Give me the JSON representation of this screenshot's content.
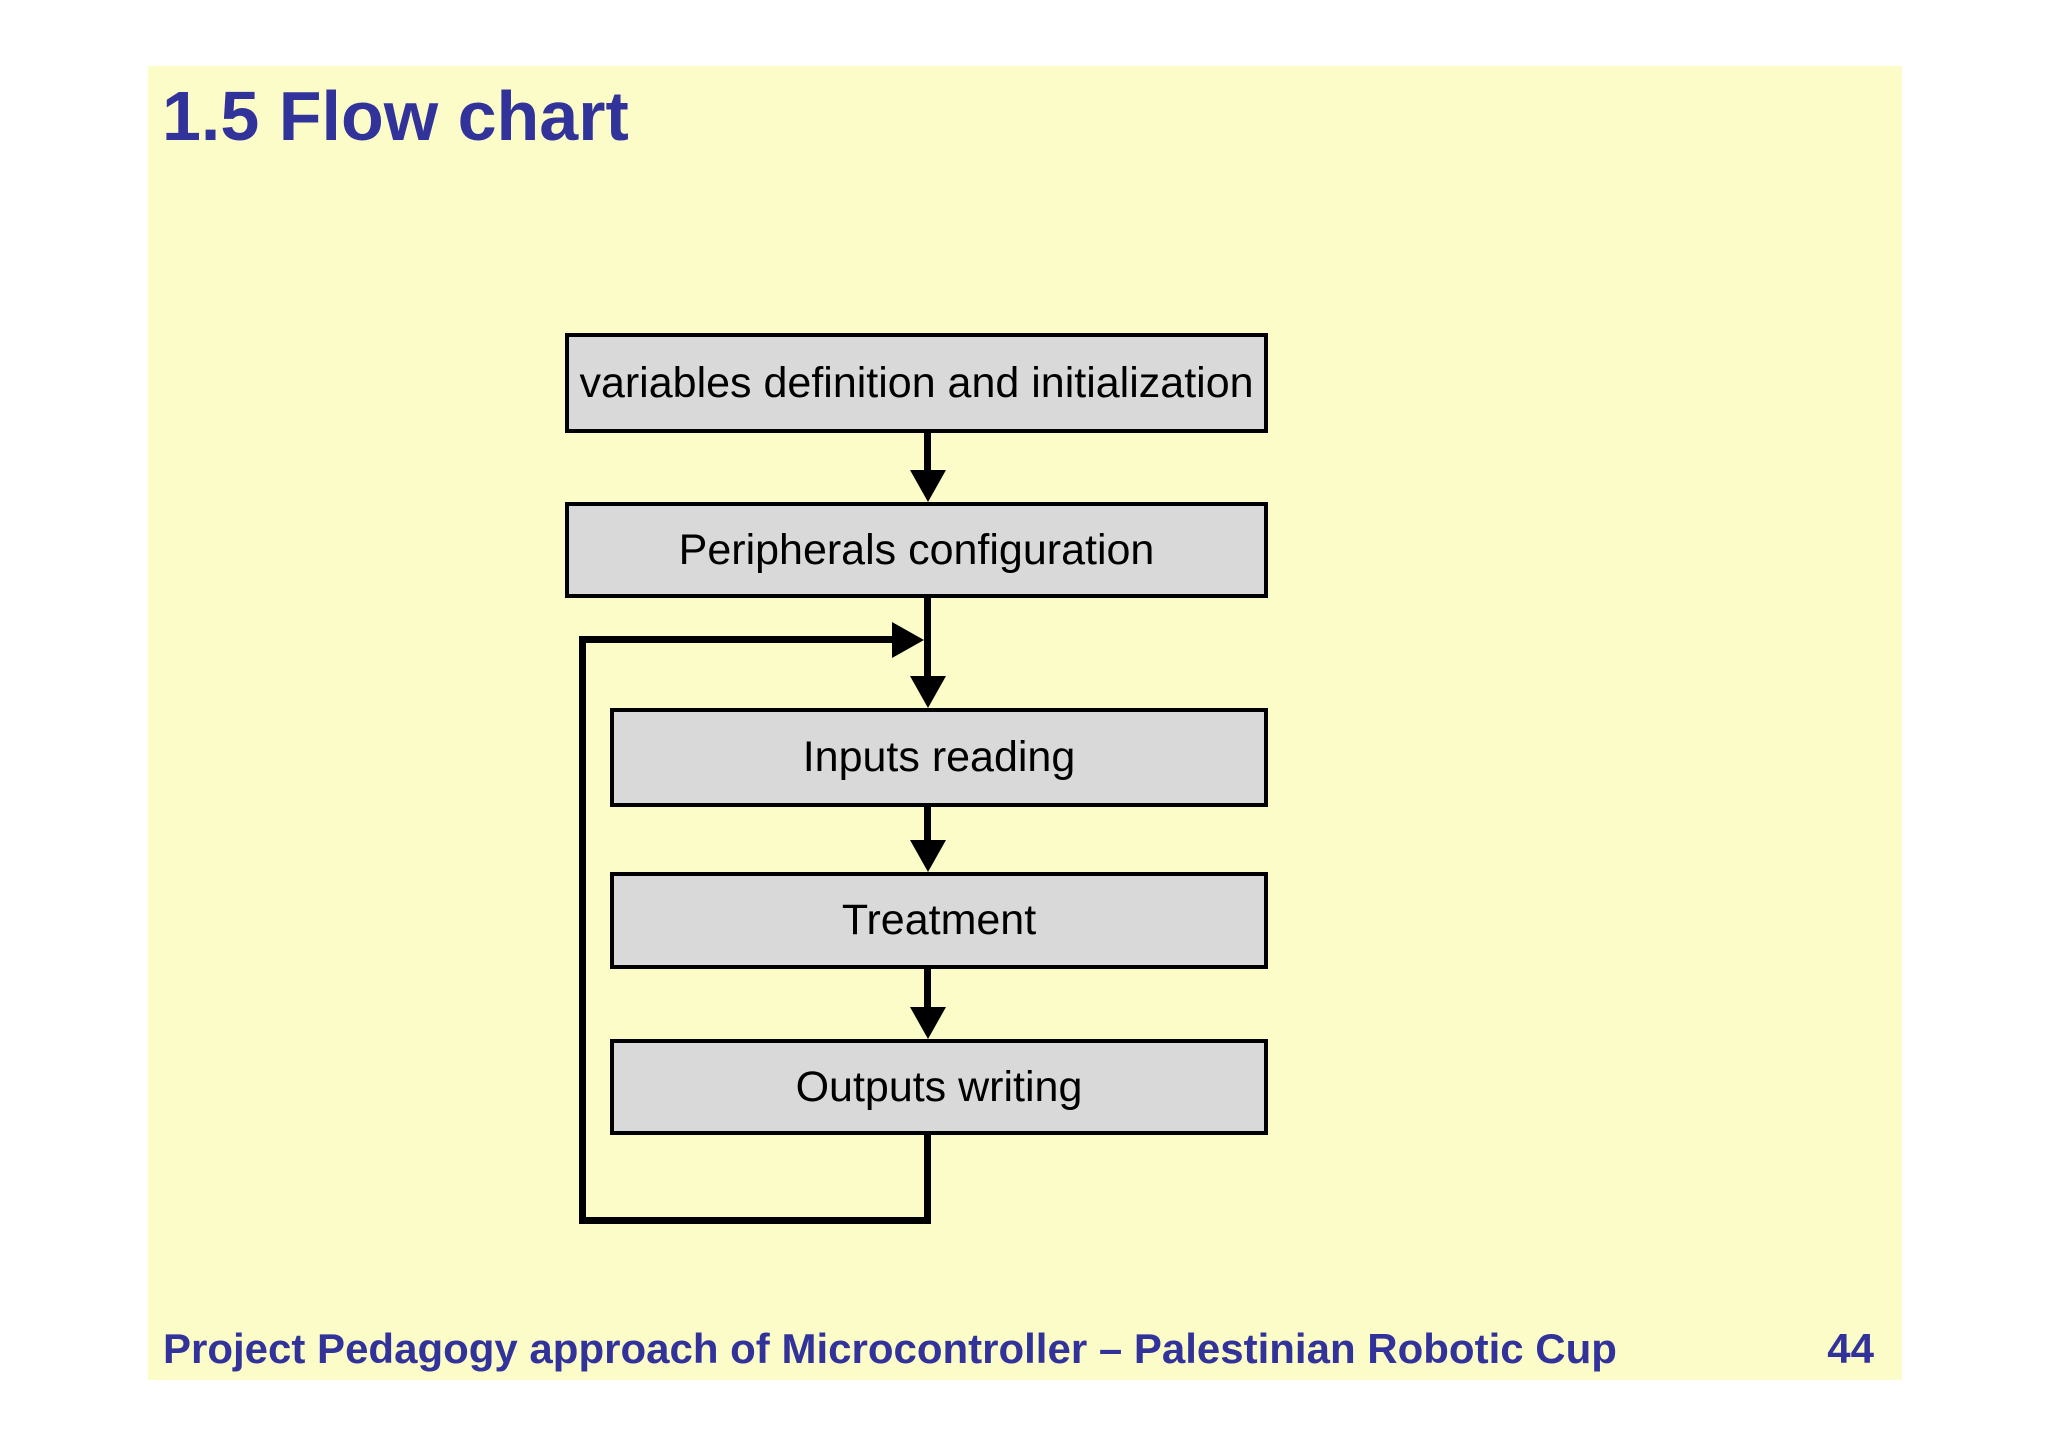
{
  "title": "1.5 Flow chart",
  "footer": {
    "text": "Project Pedagogy approach of Microcontroller – Palestinian Robotic Cup",
    "page_number": "44"
  },
  "flowchart": {
    "nodes": [
      {
        "id": "variables-init",
        "label": "variables definition and initialization"
      },
      {
        "id": "peripherals-config",
        "label": "Peripherals configuration"
      },
      {
        "id": "inputs-reading",
        "label": "Inputs reading"
      },
      {
        "id": "treatment",
        "label": "Treatment"
      },
      {
        "id": "outputs-writing",
        "label": "Outputs writing"
      }
    ],
    "edges": [
      {
        "from": "variables-init",
        "to": "peripherals-config",
        "type": "arrow-down"
      },
      {
        "from": "peripherals-config",
        "to": "inputs-reading",
        "type": "arrow-down"
      },
      {
        "from": "inputs-reading",
        "to": "treatment",
        "type": "arrow-down"
      },
      {
        "from": "treatment",
        "to": "outputs-writing",
        "type": "arrow-down"
      },
      {
        "from": "outputs-writing",
        "to": "inputs-reading",
        "type": "loop-back-left"
      }
    ]
  },
  "colors": {
    "page_background": "#ffffff",
    "slide_background": "#fcfcc8",
    "title_text": "#32329b",
    "footer_text": "#32329b",
    "node_fill": "#d9d9d9",
    "node_border": "#000000",
    "node_text": "#000000",
    "connector": "#000000"
  }
}
